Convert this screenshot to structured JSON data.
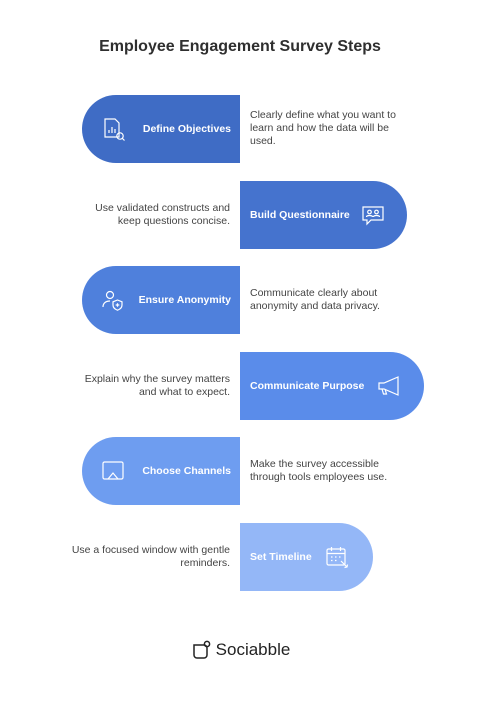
{
  "title": "Employee Engagement Survey Steps",
  "steps": [
    {
      "label": "Define Objectives",
      "description": "Clearly define what you want to learn and how the data will be used.",
      "color": "#3f6cc5",
      "icon": "document-chart-icon"
    },
    {
      "label": "Build Questionnaire",
      "description": "Use validated constructs and keep questions concise.",
      "color": "#4573ce",
      "icon": "chat-people-icon"
    },
    {
      "label": "Ensure Anonymity",
      "description": "Communicate clearly about anonymity and data privacy.",
      "color": "#4f80dc",
      "icon": "user-shield-icon"
    },
    {
      "label": "Communicate Purpose",
      "description": "Explain why the survey matters and what to expect.",
      "color": "#5a8cea",
      "icon": "megaphone-icon"
    },
    {
      "label": "Choose Channels",
      "description": "Make the survey accessible through tools employees use.",
      "color": "#6e9df0",
      "icon": "screen-share-icon"
    },
    {
      "label": "Set Timeline",
      "description": "Use a focused window with gentle reminders.",
      "color": "#94b7f7",
      "icon": "calendar-icon"
    }
  ],
  "brand": {
    "name": "Sociabble",
    "icon": "sociabble-logo-icon"
  }
}
